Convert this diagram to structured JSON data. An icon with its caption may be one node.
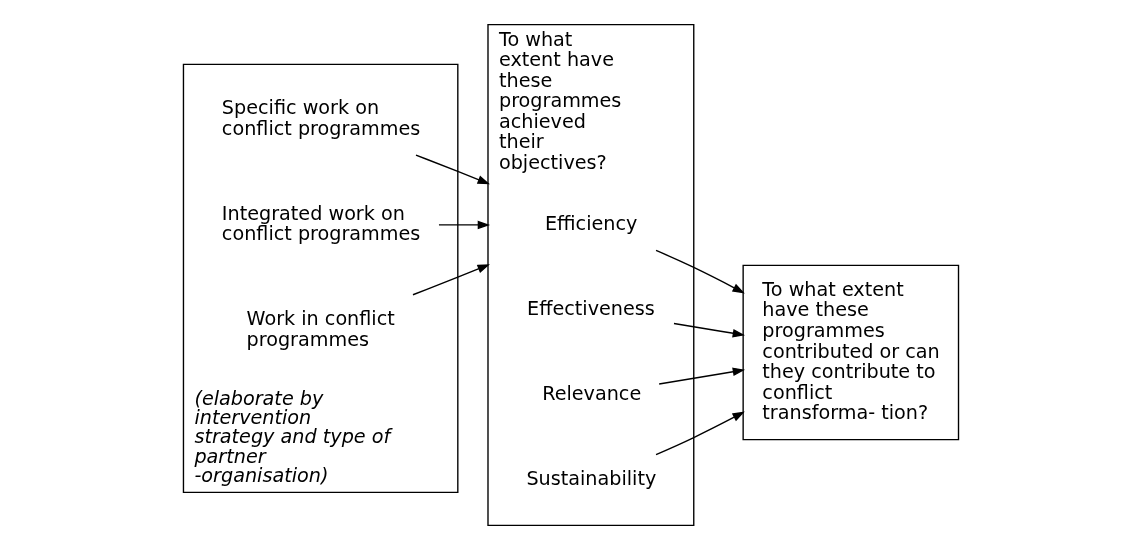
{
  "diagram": {
    "nodes": [
      {
        "text": [
          "(elaborate by intervention strategy and type of partner -organisation)"
        ]
      },
      {
        "text": [
          "Specific work on conflict programmes"
        ],
        "in": 0
      },
      {
        "text": [
          "Integrated work on conflict programmes"
        ],
        "in": 0
      },
      {
        "text": [
          "Work in conflict programmes"
        ],
        "in": 0
      },
      {
        "text": [
          "To what extent have these programmes achieved their objectives?"
        ]
      },
      {
        "text": [
          "Efficiency"
        ],
        "in": 4
      },
      {
        "text": [
          "Effectiveness"
        ],
        "in": 4
      },
      {
        "text": [
          "Relevance"
        ],
        "in": 4
      },
      {
        "text": [
          "Sustainability"
        ],
        "in": 4
      },
      {
        "text": [
          "To what extent have these programmes contributed or can they contribute to conflict transforma- tion?"
        ]
      }
    ],
    "edges": [
      {
        "from": 1,
        "to": 4,
        "arrow": "to"
      },
      {
        "from": 2,
        "to": 4,
        "arrow": "to"
      },
      {
        "from": 3,
        "to": 4,
        "arrow": "to"
      },
      {
        "from": 5,
        "to": 9,
        "arrow": "to"
      },
      {
        "from": 6,
        "to": 9,
        "arrow": "to"
      },
      {
        "from": 7,
        "to": 9,
        "arrow": "to"
      },
      {
        "from": 8,
        "to": 9,
        "arrow": "to"
      }
    ]
  }
}
